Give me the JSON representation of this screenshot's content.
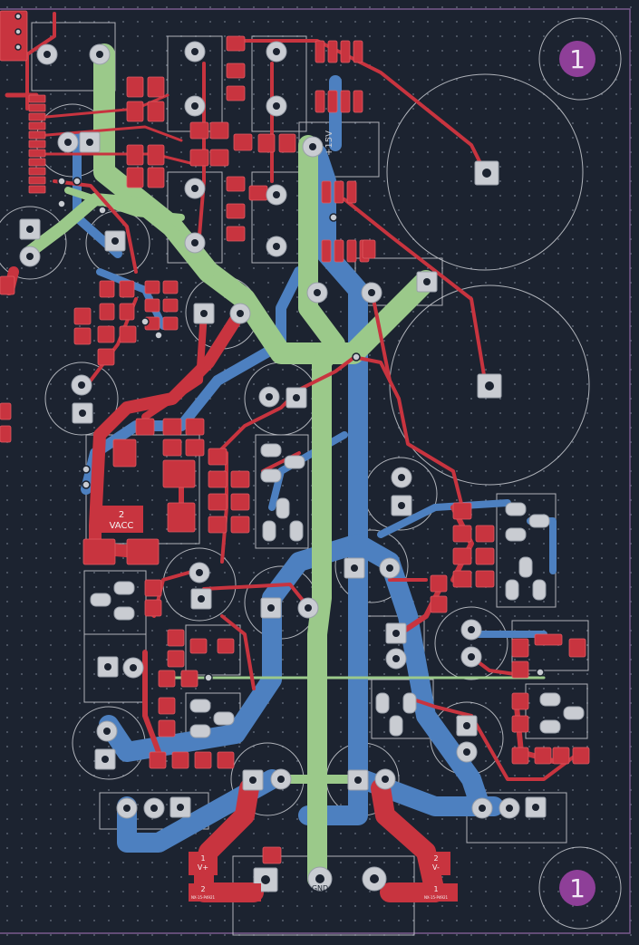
{
  "labels": {
    "badge_top": "1",
    "badge_bottom": "1",
    "rail_15v": "+15V",
    "vacc_num": "2",
    "vacc_name": "VACC",
    "vplus_num": "1",
    "vplus_name": "V+",
    "vplus_pin": "2",
    "vplus_part": "NX-15-P4921",
    "vminus_num": "2",
    "vminus_name": "V-",
    "vminus_pin": "1",
    "vminus_part": "NX-15-P4921",
    "gnd": "GND"
  },
  "colors": {
    "background": "#1c2330",
    "copper_front": "#c8343f",
    "copper_back": "#4d80c0",
    "ground_trace": "#9bc98a",
    "silkscreen": "#c9ccd2",
    "outline": "#7a5a8e",
    "badge": "#8e3f98"
  }
}
